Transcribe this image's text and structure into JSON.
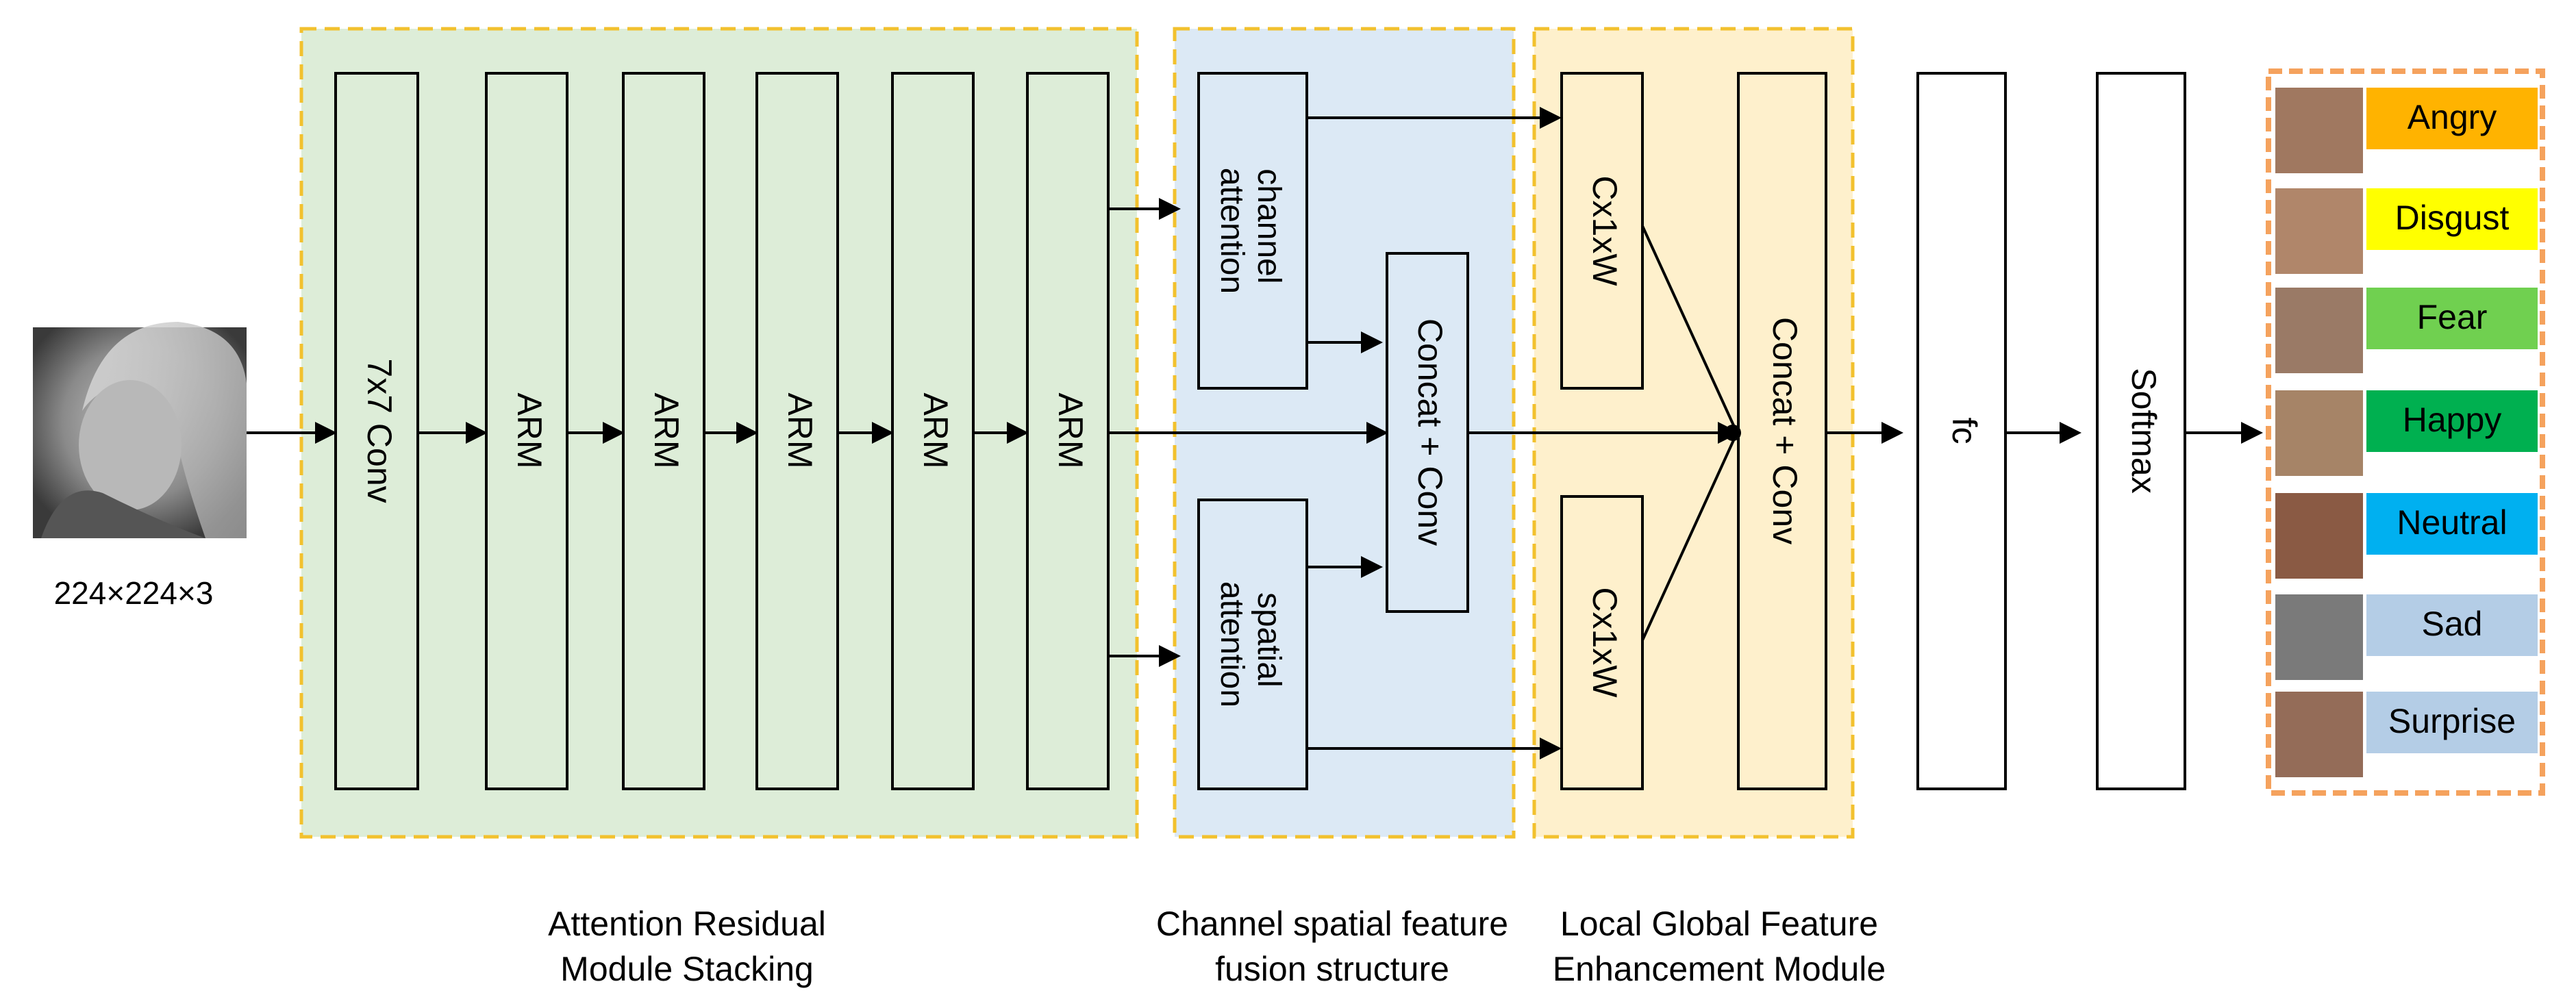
{
  "input": {
    "dims": "224×224×3"
  },
  "blocks": {
    "conv7": "7x7 Conv",
    "arm1": "ARM",
    "arm2": "ARM",
    "arm3": "ARM",
    "arm4": "ARM",
    "arm5": "ARM",
    "channel_attention": "channel attention",
    "spatial_attention": "spatial attention",
    "concat_conv_1": "Concat + Conv",
    "cx1w_top": "Cx1xW",
    "cx1w_bottom": "Cx1xW",
    "concat_conv_2": "Concat + Conv",
    "fc": "fc",
    "softmax": "Softmax"
  },
  "groups": [
    {
      "line1": "Attention Residual",
      "line2": "Module Stacking"
    },
    {
      "line1": "Channel spatial feature",
      "line2": "fusion structure"
    },
    {
      "line1": "Local Global Feature",
      "line2": "Enhancement Module"
    }
  ],
  "emotions": [
    {
      "label": "Angry",
      "color": "#FFB300"
    },
    {
      "label": "Disgust",
      "color": "#FFFF00"
    },
    {
      "label": "Fear",
      "color": "#70D050"
    },
    {
      "label": "Happy",
      "color": "#00B050"
    },
    {
      "label": "Neutral",
      "color": "#00B0F0"
    },
    {
      "label": "Sad",
      "color": "#B4CDE6"
    },
    {
      "label": "Surprise",
      "color": "#B4CDE6"
    }
  ],
  "colors": {
    "zone_green": "#DDEDD8",
    "zone_blue": "#DCE9F5",
    "zone_yellow": "#FEF0CC",
    "zone_border": "#F2C12E",
    "output_border": "#F5A25D",
    "block_green": "#DDEDD8",
    "block_blue": "#DCE9F5",
    "block_yellow": "#FEF0CC"
  }
}
